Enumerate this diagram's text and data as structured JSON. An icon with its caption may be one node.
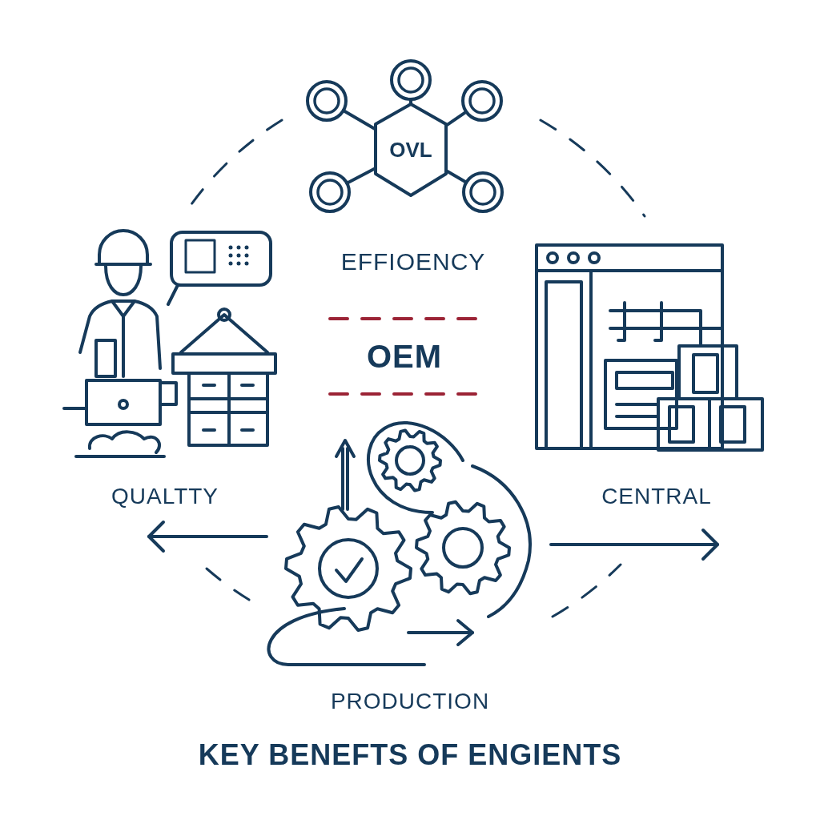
{
  "diagram": {
    "title": "KEY BENEFTS OF ENGIENTS",
    "nodes": [
      {
        "text": [
          "OVL"
        ]
      },
      {
        "text": [],
        "shape": "circle"
      },
      {
        "text": [],
        "shape": "circle"
      },
      {
        "text": [],
        "shape": "circle"
      },
      {
        "text": [],
        "shape": "circle"
      },
      {
        "text": [],
        "shape": "circle"
      }
    ],
    "edges": [
      {
        "from": 0,
        "to": 1,
        "arrow": "none"
      },
      {
        "from": 0,
        "to": 2,
        "arrow": "none"
      },
      {
        "from": 0,
        "to": 3,
        "arrow": "none"
      },
      {
        "from": 0,
        "to": 4,
        "arrow": "none"
      },
      {
        "from": 0,
        "to": 5,
        "arrow": "none"
      }
    ],
    "labels": [
      "EFFIOENCY",
      "OEM",
      "QUALTTY",
      "CENTRAL",
      "PRODUCTION"
    ]
  }
}
